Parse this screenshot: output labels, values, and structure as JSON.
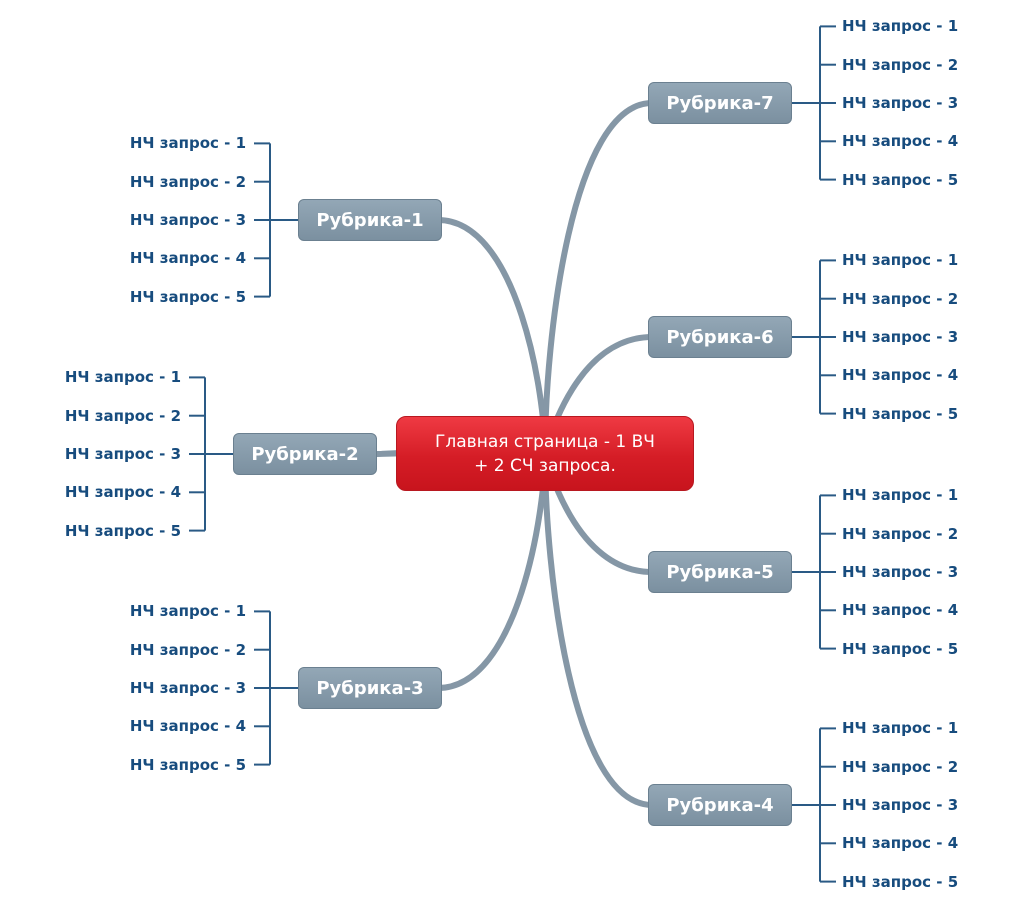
{
  "central_topic": {
    "line1": "Главная страница - 1 ВЧ",
    "line2": "+ 2 СЧ запроса."
  },
  "branches": [
    {
      "label": "Рубрика-1",
      "items": [
        "НЧ запрос - 1",
        "НЧ запрос - 2",
        "НЧ запрос - 3",
        "НЧ запрос - 4",
        "НЧ запрос - 5"
      ]
    },
    {
      "label": "Рубрика-2",
      "items": [
        "НЧ запрос - 1",
        "НЧ запрос - 2",
        "НЧ запрос - 3",
        "НЧ запрос - 4",
        "НЧ запрос - 5"
      ]
    },
    {
      "label": "Рубрика-3",
      "items": [
        "НЧ запрос - 1",
        "НЧ запрос - 2",
        "НЧ запрос - 3",
        "НЧ запрос - 4",
        "НЧ запрос - 5"
      ]
    },
    {
      "label": "Рубрика-4",
      "items": [
        "НЧ запрос - 1",
        "НЧ запрос - 2",
        "НЧ запрос - 3",
        "НЧ запрос - 4",
        "НЧ запрос - 5"
      ]
    },
    {
      "label": "Рубрика-5",
      "items": [
        "НЧ запрос - 1",
        "НЧ запрос - 2",
        "НЧ запрос - 3",
        "НЧ запрос - 4",
        "НЧ запрос - 5"
      ]
    },
    {
      "label": "Рубрика-6",
      "items": [
        "НЧ запрос - 1",
        "НЧ запрос - 2",
        "НЧ запрос - 3",
        "НЧ запрос - 4",
        "НЧ запрос - 5"
      ]
    },
    {
      "label": "Рубрика-7",
      "items": [
        "НЧ запрос - 1",
        "НЧ запрос - 2",
        "НЧ запрос - 3",
        "НЧ запрос - 4",
        "НЧ запрос - 5"
      ]
    }
  ],
  "colors": {
    "central_fill": "#d9232c",
    "rubric_fill": "#8599a8",
    "connector": "#8597a6",
    "leaf_text": "#174c7e",
    "leaf_line": "#2a5a85"
  }
}
